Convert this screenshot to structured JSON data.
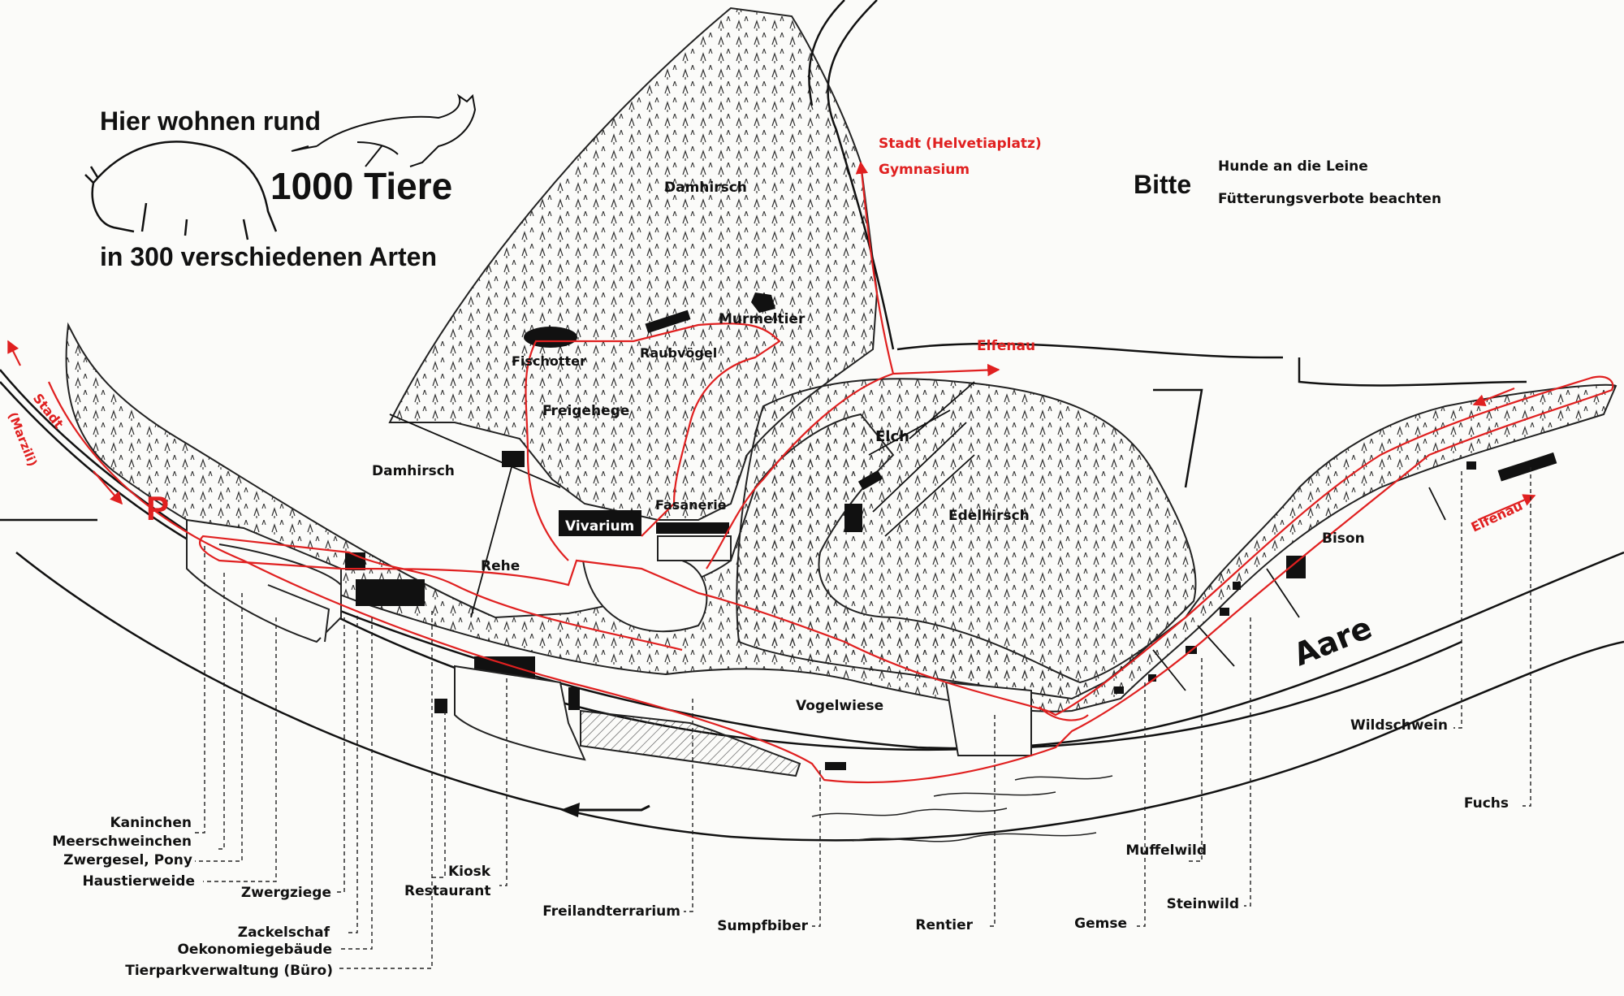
{
  "header": {
    "line1": "Hier wohnen rund",
    "count": "1000 Tiere",
    "line3": "in 300 verschiedenen Arten"
  },
  "notice": {
    "title": "Bitte",
    "rule1": "Hunde an die Leine",
    "rule2": "Fütterungsverbote beachten"
  },
  "directions": {
    "north_1": "Stadt (Helvetiaplatz)",
    "north_2": "Gymnasium",
    "east_road": "Elfenau",
    "west_1": "Stadt",
    "west_2": "(Marzili)",
    "east_river": "Elfenau",
    "parking": "P"
  },
  "river": "Aare",
  "enclosures": {
    "damhirsch_top": "Damhirsch",
    "murmeltier": "Murmeltier",
    "fischotter": "Fischotter",
    "raubvoegel": "Raubvögel",
    "freigehege": "Freigehege",
    "damhirsch_left": "Damhirsch",
    "vivarium": "Vivarium",
    "fasanerie": "Fasanerie",
    "rehe": "Rehe",
    "elch": "Elch",
    "edelhirsch": "Edelhirsch",
    "bison": "Bison",
    "vogelwiese": "Vogelwiese"
  },
  "legend": {
    "kaninchen": "Kaninchen",
    "meerschweinchen": "Meerschweinchen",
    "zwergesel": "Zwergesel, Pony",
    "haustierweide": "Haustierweide",
    "zwergziege": "Zwergziege",
    "zackelschaf": "Zackelschaf",
    "oekonomie": "Oekonomiegebäude",
    "verwaltung": "Tierparkverwaltung (Büro)",
    "kiosk": "Kiosk",
    "restaurant": "Restaurant",
    "freilandterrarium": "Freilandterrarium",
    "sumpfbiber": "Sumpfbiber",
    "rentier": "Rentier",
    "gemse": "Gemse",
    "muffelwild": "Muffelwild",
    "steinwild": "Steinwild",
    "wildschwein": "Wildschwein",
    "fuchs": "Fuchs"
  },
  "colors": {
    "route": "#e02020",
    "ink": "#111111",
    "paper": "#fbfbf9"
  }
}
